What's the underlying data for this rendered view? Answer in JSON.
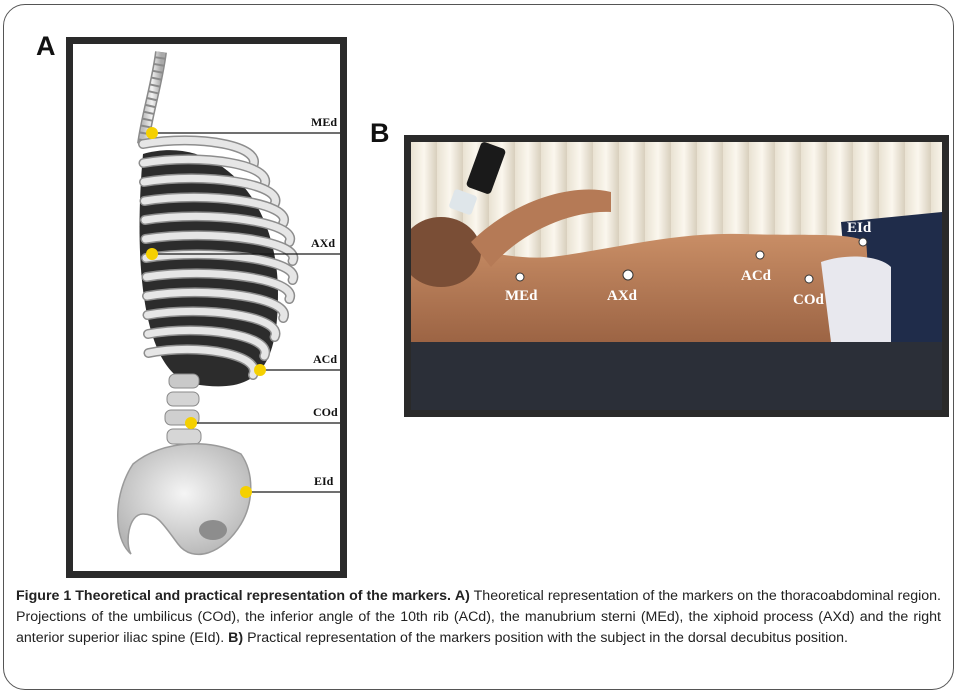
{
  "figure": {
    "panel_a_letter": "A",
    "panel_b_letter": "B",
    "panel_a_markers": [
      "MEd",
      "AXd",
      "ACd",
      "COd",
      "EId"
    ],
    "panel_b_markers": [
      "MEd",
      "AXd",
      "ACd",
      "COd",
      "EId"
    ],
    "marker_color": "#f5d000",
    "photo_marker_color": "#ffffff"
  },
  "caption": {
    "figure_label": "Figure 1",
    "title": "Theoretical and practical representation of the markers.",
    "part_a_label": "A)",
    "part_a_text": "Theoretical representation of the markers on the thoracoabdominal region. Projections of the umbilicus (COd), the inferior angle of the 10th rib (ACd), the manubrium sterni (MEd), the xiphoid process (AXd) and the right anterior superior iliac spine (EId).",
    "part_b_label": "B)",
    "part_b_text": "Practical representation of the markers position with the subject in the dorsal decubitus position."
  }
}
